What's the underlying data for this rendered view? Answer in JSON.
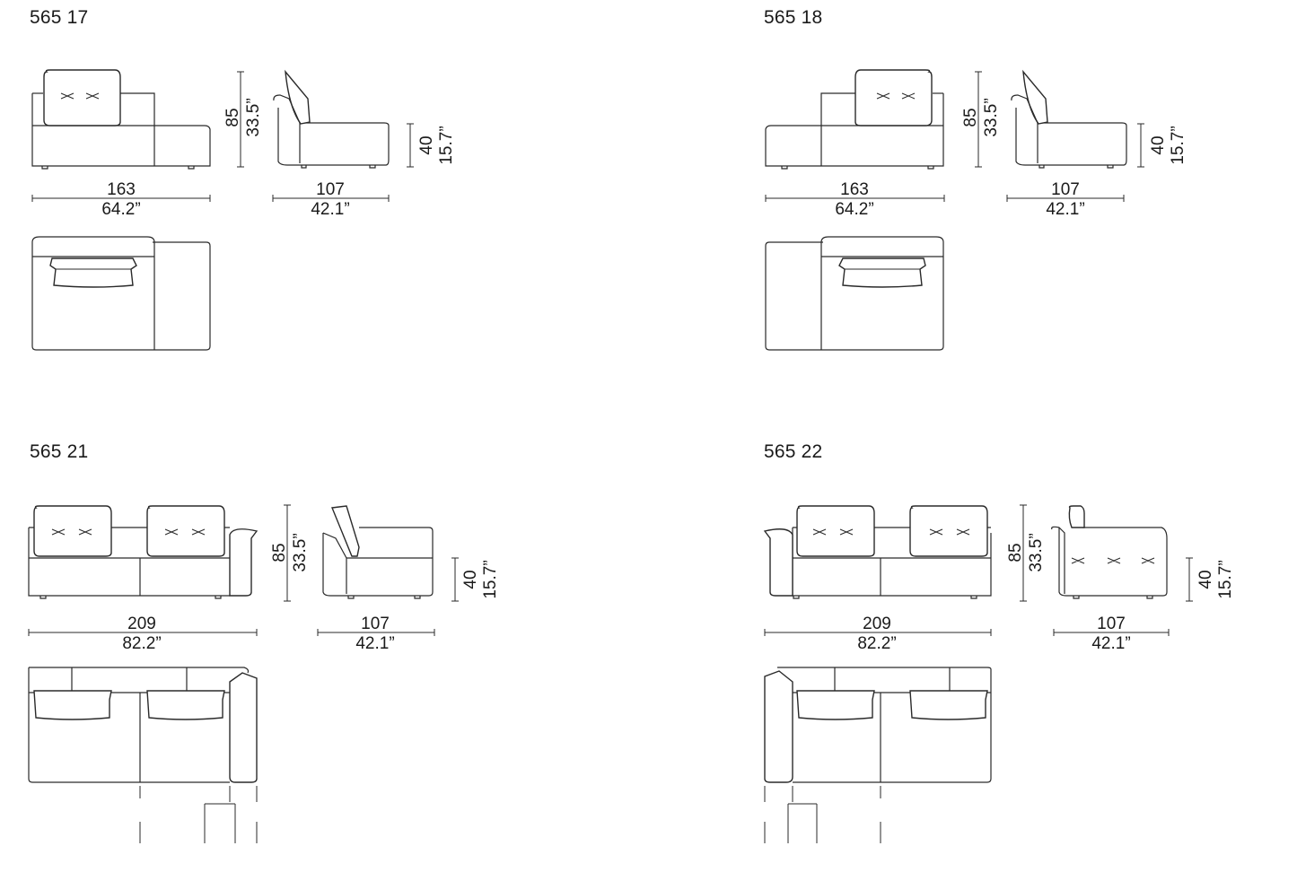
{
  "modules": [
    {
      "code": "565 17",
      "width_cm": "163",
      "width_in": "64.2”",
      "height_cm": "85",
      "height_in": "33.5”",
      "depth_cm": "107",
      "depth_in": "42.1”",
      "seat_cm": "40",
      "seat_in": "15.7”"
    },
    {
      "code": "565 18",
      "width_cm": "163",
      "width_in": "64.2”",
      "height_cm": "85",
      "height_in": "33.5”",
      "depth_cm": "107",
      "depth_in": "42.1”",
      "seat_cm": "40",
      "seat_in": "15.7”"
    },
    {
      "code": "565 21",
      "width_cm": "209",
      "width_in": "82.2”",
      "height_cm": "85",
      "height_in": "33.5”",
      "depth_cm": "107",
      "depth_in": "42.1”",
      "seat_cm": "40",
      "seat_in": "15.7”"
    },
    {
      "code": "565 22",
      "width_cm": "209",
      "width_in": "82.2”",
      "height_cm": "85",
      "height_in": "33.5”",
      "depth_cm": "107",
      "depth_in": "42.1”",
      "seat_cm": "40",
      "seat_in": "15.7”"
    }
  ]
}
